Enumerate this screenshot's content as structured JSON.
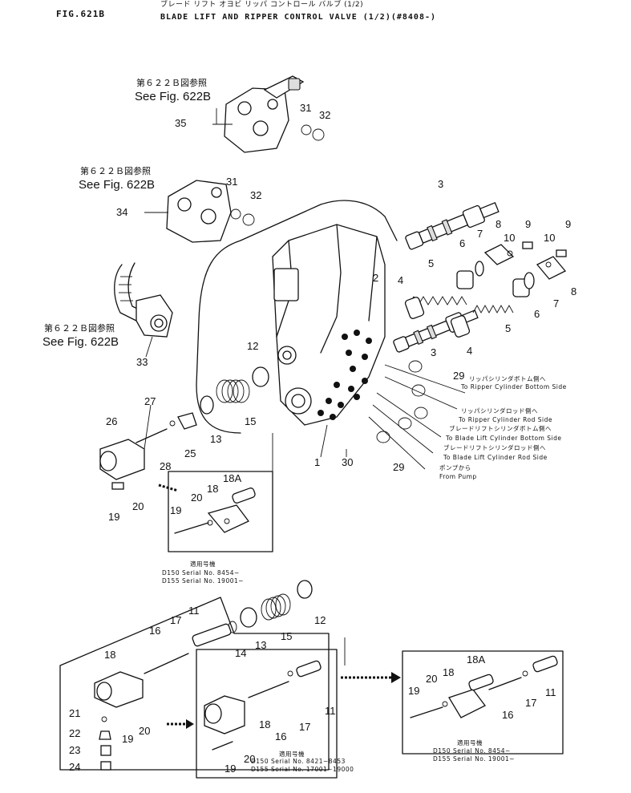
{
  "header": {
    "fig": "FIG.621B",
    "title_jp": "ブレード リフト オヨビ リッパ コントロール バルブ (1/2)",
    "title_en": "BLADE LIFT AND RIPPER CONTROL VALVE (1/2)(#8408-)"
  },
  "see_refs": [
    {
      "jp": "第６２２Ｂ図参照",
      "en": "See Fig. 622B"
    },
    {
      "jp": "第６２２Ｂ図参照",
      "en": "See Fig. 622B"
    },
    {
      "jp": "第６２２Ｂ図参照",
      "en": "See Fig. 622B"
    }
  ],
  "flow_labels": [
    {
      "jp": "リッパシリンダボトム側へ",
      "en": "To Ripper Cylinder Bottom Side"
    },
    {
      "jp": "リッパシリンダロッド側へ",
      "en": "To Ripper Cylinder Rod Side"
    },
    {
      "jp": "ブレードリフトシリンダボトム側へ",
      "en": "To Blade Lift Cylinder Bottom Side"
    },
    {
      "jp": "ブレードリフトシリンダロッド側へ",
      "en": "To Blade Lift Cylinder Rod Side"
    },
    {
      "jp": "ポンプから",
      "en": "From Pump"
    }
  ],
  "serial_boxes": [
    {
      "jp": "適用号機",
      "lines": [
        "D150  Serial No. 8454~",
        "D155  Serial No. 19001~"
      ]
    },
    {
      "jp": "適用号機",
      "lines": [
        "D150  Serial No. 8421~8453",
        "D155  Serial No. 17001~19000"
      ]
    },
    {
      "jp": "適用号機",
      "lines": [
        "D150  Serial No. 8454~",
        "D155  Serial No. 19001~"
      ]
    }
  ],
  "callouts": {
    "c35": "35",
    "c31a": "31",
    "c32a": "32",
    "c31b": "31",
    "c32b": "32",
    "c34": "34",
    "c33": "33",
    "c3a": "3",
    "c3b": "3",
    "c8a": "8",
    "c8b": "8",
    "c9a": "9",
    "c9b": "9",
    "c10a": "10",
    "c10b": "10",
    "c7a": "7",
    "c7b": "7",
    "c6a": "6",
    "c6b": "6",
    "c5a": "5",
    "c5b": "5",
    "c4a": "4",
    "c4b": "4",
    "c2": "2",
    "c12a": "12",
    "c12b": "12",
    "c29a": "29",
    "c29b": "29",
    "c27": "27",
    "c26": "26",
    "c15a": "15",
    "c15b": "15",
    "c13a": "13",
    "c13b": "13",
    "c25": "25",
    "c28": "28",
    "c1": "1",
    "c30": "30",
    "c19a": "19",
    "c19b": "19",
    "c19c": "19",
    "c19d": "19",
    "c20a": "20",
    "c20b": "20",
    "c20c": "20",
    "c20d": "20",
    "c18a": "18",
    "c18b": "18",
    "c18c": "18",
    "c18d": "18",
    "c18Aa": "18A",
    "c18Ab": "18A",
    "c16a": "16",
    "c16b": "16",
    "c16c": "16",
    "c17a": "17",
    "c17b": "17",
    "c17c": "17",
    "c11a": "11",
    "c11b": "11",
    "c11c": "11",
    "c14": "14",
    "c21": "21",
    "c22": "22",
    "c23": "23",
    "c24": "24"
  }
}
